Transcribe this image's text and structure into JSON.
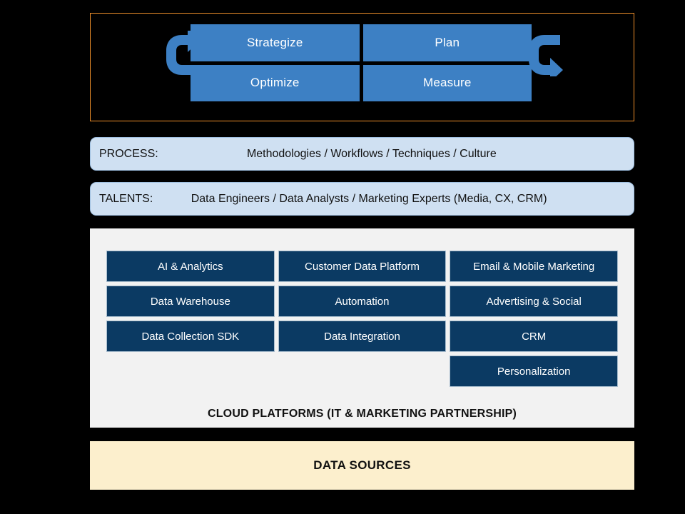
{
  "theme": {
    "background": "#000000",
    "cycle_border": "#f0902a",
    "quadrant_fill": "#3d80c4",
    "layer_fill": "#cfe0f2",
    "layer_border": "#9fc0e2",
    "panel_fill": "#f2f2f2",
    "cell_fill": "#0b3a63",
    "cell_border": "#a9becf",
    "sources_fill": "#fcefcd",
    "text_light": "#ffffff",
    "text_dark": "#111111"
  },
  "cycle": {
    "quadrants": [
      {
        "label": "Strategize"
      },
      {
        "label": "Plan"
      },
      {
        "label": "Optimize"
      },
      {
        "label": "Measure"
      }
    ],
    "arrows": [
      {
        "name": "cycle-arrow-left",
        "direction": "up-right"
      },
      {
        "name": "cycle-arrow-right",
        "direction": "down-left"
      }
    ]
  },
  "layers": [
    {
      "label": "PROCESS:",
      "value": "Methodologies / Workflows / Techniques / Culture"
    },
    {
      "label": "TALENTS:",
      "value": "Data Engineers / Data Analysts / Marketing Experts (Media, CX, CRM)"
    }
  ],
  "cloud": {
    "caption": "CLOUD PLATFORMS (IT & MARKETING PARTNERSHIP)",
    "columns": 3,
    "cells": [
      {
        "label": "AI & Analytics",
        "column": 1,
        "row": 1
      },
      {
        "label": "Customer Data Platform",
        "column": 2,
        "row": 1
      },
      {
        "label": "Email & Mobile Marketing",
        "column": 3,
        "row": 1
      },
      {
        "label": "Data Warehouse",
        "column": 1,
        "row": 2
      },
      {
        "label": "Automation",
        "column": 2,
        "row": 2
      },
      {
        "label": "Advertising & Social",
        "column": 3,
        "row": 2
      },
      {
        "label": "Data Collection SDK",
        "column": 1,
        "row": 3
      },
      {
        "label": "Data Integration",
        "column": 2,
        "row": 3
      },
      {
        "label": "CRM",
        "column": 3,
        "row": 3
      },
      {
        "label": "",
        "column": 1,
        "row": 4,
        "empty": true
      },
      {
        "label": "",
        "column": 2,
        "row": 4,
        "empty": true
      },
      {
        "label": "Personalization",
        "column": 3,
        "row": 4
      }
    ]
  },
  "sources": {
    "label": "DATA SOURCES"
  }
}
